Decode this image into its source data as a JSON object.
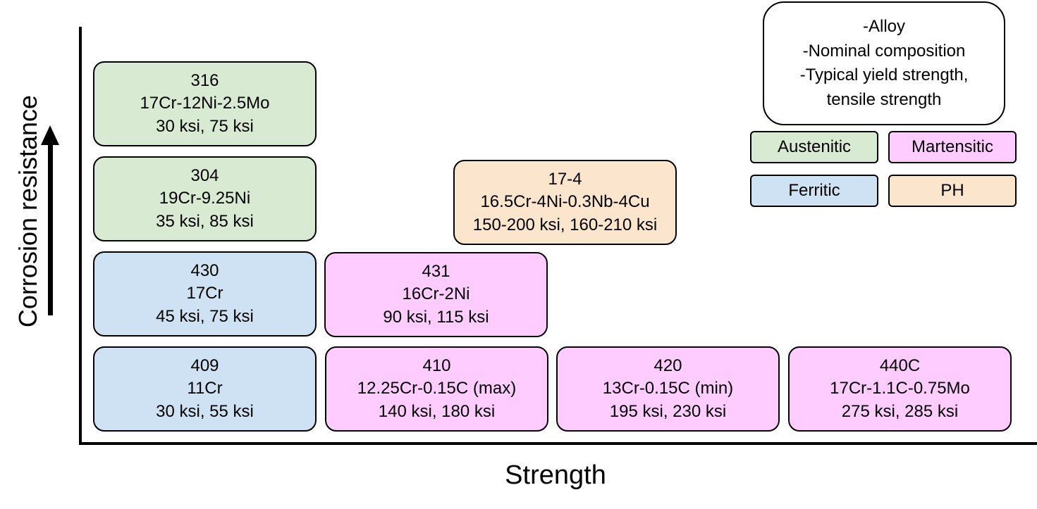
{
  "axes": {
    "y_label": "Corrosion resistance",
    "x_label": "Strength"
  },
  "key": {
    "line1": "-Alloy",
    "line2": "-Nominal composition",
    "line3": "-Typical yield strength,",
    "line4": "tensile strength"
  },
  "legend": {
    "austenitic": "Austenitic",
    "martensitic": "Martensitic",
    "ferritic": "Ferritic",
    "ph": "PH"
  },
  "colors": {
    "austenitic": "#d9ead3",
    "ferritic": "#cfe2f3",
    "martensitic": "#ffccff",
    "ph": "#fce5cd"
  },
  "alloys": {
    "a316": {
      "name": "316",
      "composition": "17Cr-12Ni-2.5Mo",
      "strength": "30 ksi, 75 ksi",
      "family": "austenitic"
    },
    "a304": {
      "name": "304",
      "composition": "19Cr-9.25Ni",
      "strength": "35 ksi, 85 ksi",
      "family": "austenitic"
    },
    "a430": {
      "name": "430",
      "composition": "17Cr",
      "strength": "45 ksi, 75 ksi",
      "family": "ferritic"
    },
    "a409": {
      "name": "409",
      "composition": "11Cr",
      "strength": "30 ksi, 55 ksi",
      "family": "ferritic"
    },
    "a431": {
      "name": "431",
      "composition": "16Cr-2Ni",
      "strength": "90 ksi, 115 ksi",
      "family": "martensitic"
    },
    "a410": {
      "name": "410",
      "composition": "12.25Cr-0.15C (max)",
      "strength": "140 ksi, 180 ksi",
      "family": "martensitic"
    },
    "a420": {
      "name": "420",
      "composition": "13Cr-0.15C (min)",
      "strength": "195 ksi, 230 ksi",
      "family": "martensitic"
    },
    "a440c": {
      "name": "440C",
      "composition": "17Cr-1.1C-0.75Mo",
      "strength": "275 ksi, 285 ksi",
      "family": "martensitic"
    },
    "a174": {
      "name": "17-4",
      "composition": "16.5Cr-4Ni-0.3Nb-4Cu",
      "strength": "150-200 ksi, 160-210 ksi",
      "family": "ph"
    }
  }
}
